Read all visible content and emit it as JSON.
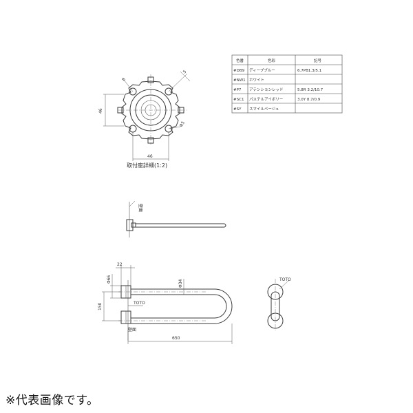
{
  "color_table": {
    "headers": [
      "色番",
      "色彩",
      "記号"
    ],
    "rows": [
      [
        "#DB9",
        "ディープブルー",
        "6.7PB1.3/5.1"
      ],
      [
        "#NW1",
        "ホワイト",
        ""
      ],
      [
        "#P7",
        "アテンションレッド",
        "5.8R 3.2/10.7"
      ],
      [
        "#SC1",
        "パステルアイボリー",
        "3.0Y 8.7/0.9"
      ],
      [
        "#SY",
        "スマイルベージュ",
        ""
      ]
    ]
  },
  "mount_detail": {
    "caption": "取付座詳細(1:2)",
    "dims": {
      "height": "46",
      "width": "46",
      "diameter": "Φ5",
      "hole": "8",
      "angle": "5"
    }
  },
  "side_view": {
    "label": "壁面"
  },
  "main_view": {
    "dims": {
      "flange": "22",
      "base_dia": "Φ66",
      "pipe_dia": "Φ34",
      "height": "150",
      "length": "650"
    },
    "logo_text": "TOTO",
    "wall_label": "壁面"
  },
  "end_view": {
    "logo_text": "TOTO"
  },
  "footnote": "※代表画像です。"
}
